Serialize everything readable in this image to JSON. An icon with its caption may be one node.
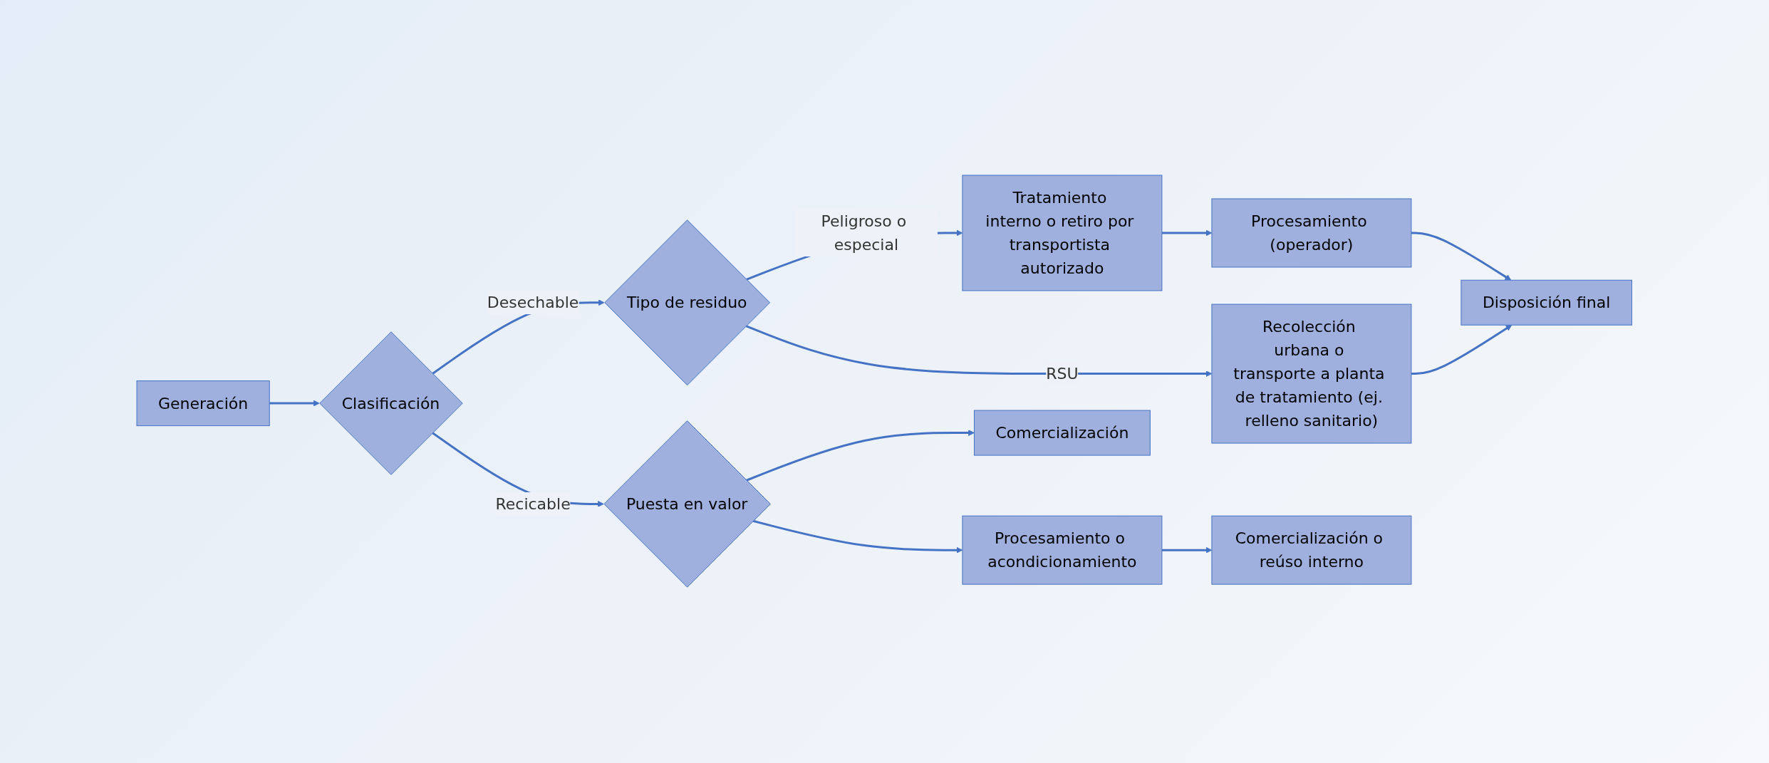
{
  "diagram": {
    "nodes": [
      {
        "text": [
          "Generación"
        ]
      },
      {
        "text": [
          "Clasificación"
        ]
      },
      {
        "text": [
          "Tipo de residuo"
        ]
      },
      {
        "text": [
          "Tratamiento interno o retiro por transportista autorizado"
        ]
      },
      {
        "text": [
          "Comercialización"
        ]
      },
      {
        "text": [
          "Puesta en valor"
        ]
      },
      {
        "text": [
          "Recolección urbana o transporte a planta de tratamiento (ej. relleno sanitario)"
        ]
      },
      {
        "text": [
          "Procesamiento (operador)"
        ]
      },
      {
        "text": [
          "Comercialización o reúso interno"
        ]
      },
      {
        "text": [
          "Procesamiento o acondicionamiento"
        ]
      },
      {
        "text": [
          "Disposición final"
        ]
      }
    ],
    "edges": [
      {
        "from": 0,
        "to": 1,
        "arrow": "to"
      },
      {
        "from": 1,
        "to": 2,
        "arrow": "to",
        "label": "Desechable"
      },
      {
        "from": 2,
        "to": 3,
        "arrow": "to",
        "label": "Peligroso o especial"
      },
      {
        "from": 1,
        "to": 5,
        "arrow": "to",
        "label": "Recicable"
      },
      {
        "from": 2,
        "to": 6,
        "arrow": "to",
        "label": "RSU"
      },
      {
        "from": 3,
        "to": 7,
        "arrow": "to"
      },
      {
        "from": 5,
        "to": 4,
        "arrow": "to"
      },
      {
        "from": 5,
        "to": 9,
        "arrow": "to"
      },
      {
        "from": 7,
        "to": 10,
        "arrow": "to"
      },
      {
        "from": 9,
        "to": 8,
        "arrow": "to"
      },
      {
        "from": 6,
        "to": 10,
        "arrow": "to"
      }
    ]
  }
}
